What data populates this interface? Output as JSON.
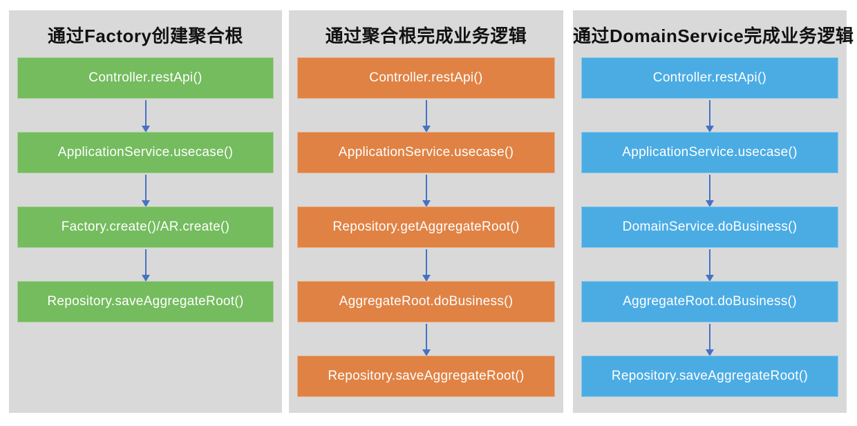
{
  "diagram": {
    "columns": [
      {
        "title": "通过Factory创建聚合根",
        "color_key": "green",
        "steps": [
          "Controller.restApi()",
          "ApplicationService.usecase()",
          "Factory.create()/AR.create()",
          "Repository.saveAggregateRoot()"
        ]
      },
      {
        "title": "通过聚合根完成业务逻辑",
        "color_key": "orange",
        "steps": [
          "Controller.restApi()",
          "ApplicationService.usecase()",
          "Repository.getAggregateRoot()",
          "AggregateRoot.doBusiness()",
          "Repository.saveAggregateRoot()"
        ]
      },
      {
        "title": "通过DomainService完成业务逻辑",
        "color_key": "blue",
        "steps": [
          "Controller.restApi()",
          "ApplicationService.usecase()",
          "DomainService.doBusiness()",
          "AggregateRoot.doBusiness()",
          "Repository.saveAggregateRoot()"
        ]
      }
    ]
  },
  "colors": {
    "green": "#74BC5E",
    "orange": "#E08244",
    "blue": "#4BACE4",
    "arrow": "#4472C4",
    "panel_bg": "#D9D9D9",
    "title_text": "#111111",
    "box_text": "#FFFFFF",
    "page_bg": "#FFFFFF"
  }
}
